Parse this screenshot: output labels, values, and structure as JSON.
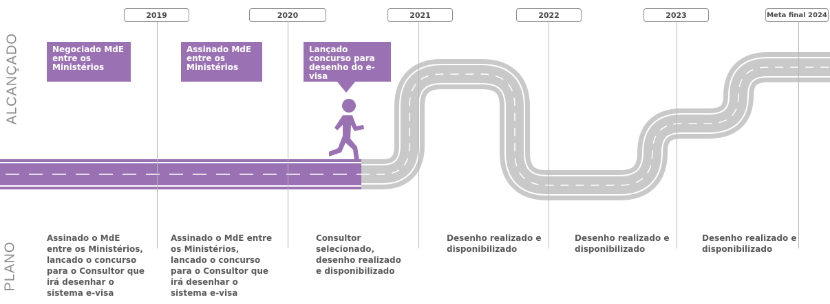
{
  "side_labels": {
    "achieved": "ALCANÇADO",
    "plan": "PLANO"
  },
  "years": [
    "2019",
    "2020",
    "2021",
    "2022",
    "2023",
    "Meta final 2024"
  ],
  "achieved": [
    {
      "text": "Negociado MdE entre os Ministérios"
    },
    {
      "text": "Assinado MdE entre os Ministérios"
    },
    {
      "text": "Lançado concurso para desenho do e-visa"
    }
  ],
  "plan": [
    {
      "text": "Assinado o MdE entre os Ministérios, lancado o concurso para o Consultor que irá desenhar o sistema e-visa"
    },
    {
      "text": "Assinado o MdE entre os Ministérios, lancado o concurso para o Consultor que irá desenhar o sistema e-visa"
    },
    {
      "text": "Consultor selecionado, desenho realizado e disponibilizado"
    },
    {
      "text": "Desenho realizado e disponibilizado"
    },
    {
      "text": "Desenho realizado e disponibilizado"
    },
    {
      "text": "Desenho realizado e disponibilizado"
    }
  ],
  "colors": {
    "progress_road": "#9a72b4",
    "future_road": "#c9c9c9",
    "runner": "#9a72b4",
    "lane_marking": "#ffffff"
  },
  "icons": {
    "runner": "runner-icon"
  }
}
